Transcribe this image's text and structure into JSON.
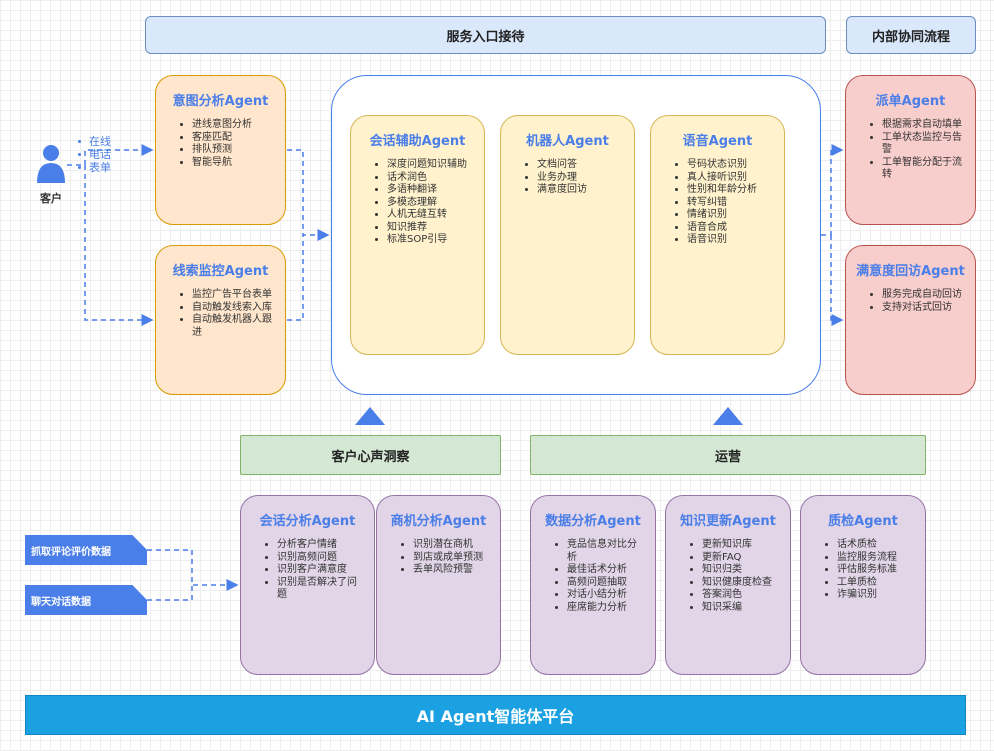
{
  "headers": {
    "service_entry": "服务入口接待",
    "internal": "内部协同流程",
    "insight": "客户心声洞察",
    "operation": "运营",
    "platform": "AI Agent智能体平台"
  },
  "customer": {
    "label": "客户",
    "channels": [
      "在线",
      "电话",
      "表单"
    ]
  },
  "sources": [
    "抓取评论评价数据",
    "聊天对话数据"
  ],
  "agents": {
    "intent": {
      "title": "意图分析Agent",
      "items": [
        "进线意图分析",
        "客座匹配",
        "排队预测",
        "智能导航"
      ]
    },
    "lead": {
      "title": "线索监控Agent",
      "items": [
        "监控广告平台表单",
        "自动触发线索入库",
        "自动触发机器人跟进"
      ]
    },
    "assist": {
      "title": "会话辅助Agent",
      "items": [
        "深度问题知识辅助",
        "话术润色",
        "多语种翻译",
        "多模态理解",
        "人机无缝互转",
        "知识推荐",
        "标准SOP引导"
      ]
    },
    "robot": {
      "title": "机器人Agent",
      "items": [
        "文档问答",
        "业务办理",
        "满意度回访"
      ]
    },
    "voice": {
      "title": "语音Agent",
      "items": [
        "号码状态识别",
        "真人接听识别",
        "性别和年龄分析",
        "转写纠错",
        "情绪识别",
        "语音合成",
        "语音识别"
      ]
    },
    "dispatch": {
      "title": "派单Agent",
      "items": [
        "根据需求自动填单",
        "工单状态监控与告警",
        "工单智能分配于流转"
      ]
    },
    "satisfaction": {
      "title": "满意度回访Agent",
      "items": [
        "服务完成自动回访",
        "支持对话式回访"
      ]
    },
    "session_analysis": {
      "title": "会话分析Agent",
      "items": [
        "分析客户情绪",
        "识别高频问题",
        "识别客户满意度",
        "识别是否解决了问题"
      ]
    },
    "opportunity": {
      "title": "商机分析Agent",
      "items": [
        "识别潜在商机",
        "到店或成单预测",
        "丢单风险预警"
      ]
    },
    "data_analysis": {
      "title": "数据分析Agent",
      "items": [
        "竞品信息对比分析",
        "最佳话术分析",
        "高频问题抽取",
        "对话小结分析",
        "座席能力分析"
      ]
    },
    "knowledge": {
      "title": "知识更新Agent",
      "items": [
        "更新知识库",
        "更新FAQ",
        "知识归类",
        "知识健康度检查",
        "答案润色",
        "知识采编"
      ]
    },
    "quality": {
      "title": "质检Agent",
      "items": [
        "话术质检",
        "监控服务流程",
        "评估服务标准",
        "工单质检",
        "诈骗识别"
      ]
    }
  },
  "colors": {
    "accent": "#4a7ee8",
    "orange": "#ffe6cc",
    "yellow": "#fff2cc",
    "red": "#f8cecc",
    "purple": "#e1d5e7",
    "green": "#d5e8d4",
    "blue": "#dae8fc",
    "platform": "#1ba1e2"
  }
}
